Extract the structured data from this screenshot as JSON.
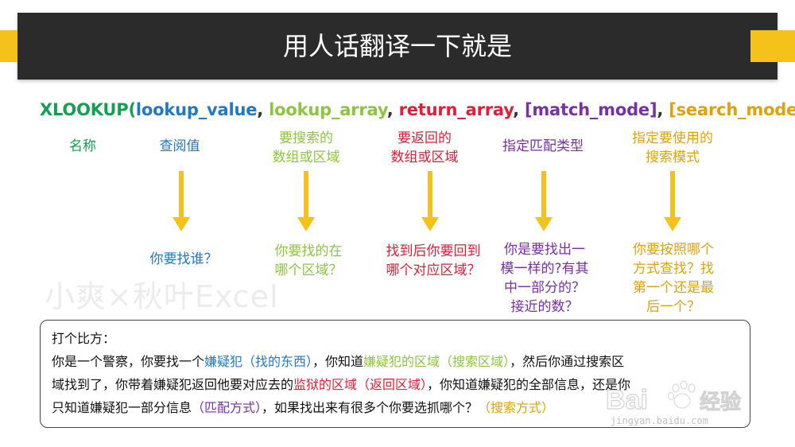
{
  "slide": {
    "title": "用人话翻译一下就是"
  },
  "colors": {
    "header_bg": "#2b2b2b",
    "accent": "#f5c21b",
    "green": "#14a050",
    "blue": "#1f78c8",
    "lightgreen": "#8cc63e",
    "red": "#e21d35",
    "purple": "#7a2ea8",
    "gold": "#e2a10a",
    "arrow": "#f5c21b"
  },
  "formula": {
    "fn": "XLOOKUP",
    "open": "(",
    "arg1": "lookup_value",
    "sep1": ", ",
    "arg2": "lookup_array",
    "sep2": ", ",
    "arg3": "return_array",
    "sep3": ", ",
    "arg4": "[match_mode]",
    "sep4": ", ",
    "arg5": "[search_mode]",
    "close": ")"
  },
  "params": [
    {
      "label_l1": "名称",
      "label_l2": "",
      "desc_l1": "",
      "desc_l2": "",
      "desc_l3": "",
      "desc_l4": ""
    },
    {
      "label_l1": "查阅值",
      "label_l2": "",
      "desc_l1": "你要找谁？",
      "desc_l2": "",
      "desc_l3": "",
      "desc_l4": ""
    },
    {
      "label_l1": "要搜索的",
      "label_l2": "数组或区域",
      "desc_l1": "你要找的在",
      "desc_l2": "哪个区域？",
      "desc_l3": "",
      "desc_l4": ""
    },
    {
      "label_l1": "要返回的",
      "label_l2": "数组或区域",
      "desc_l1": "找到后你要回到",
      "desc_l2": "哪个对应区域？",
      "desc_l3": "",
      "desc_l4": ""
    },
    {
      "label_l1": "指定匹配类型",
      "label_l2": "",
      "desc_l1": "你是要找出一",
      "desc_l2": "模一样的?有其",
      "desc_l3": "中一部分的？",
      "desc_l4": "接近的数？"
    },
    {
      "label_l1": "指定要使用的",
      "label_l2": "搜索模式",
      "desc_l1": "你要按照哪个",
      "desc_l2": "方式查找？找",
      "desc_l3": "第一个还是最",
      "desc_l4": "后一个？"
    }
  ],
  "watermark": {
    "text": "小爽×秋叶Excel"
  },
  "note": {
    "heading": "打个比方：",
    "l2_a": "你是一个警察，你要找一个",
    "l2_b": "嫌疑犯（找的东西）",
    "l2_c": "，你知道",
    "l2_d": "嫌疑犯的区域（搜索区域）",
    "l2_e": "，然后你通过搜索区",
    "l3_a": "域找到了，你带着嫌疑犯返回他要对应去的",
    "l3_b": "监狱的区域（返回区域）",
    "l3_c": "，你知道嫌疑犯的全部信息，还是你",
    "l4_a": "只知道嫌疑犯一部分信息",
    "l4_b": "（匹配方式）",
    "l4_c": "，如果找出来有很多个你要选抓哪个？",
    "l4_d": "（搜索方式）"
  },
  "baidu": {
    "logo_text": "Bai",
    "logo_text2": "经验",
    "url": "jingyan.baidu.com"
  }
}
